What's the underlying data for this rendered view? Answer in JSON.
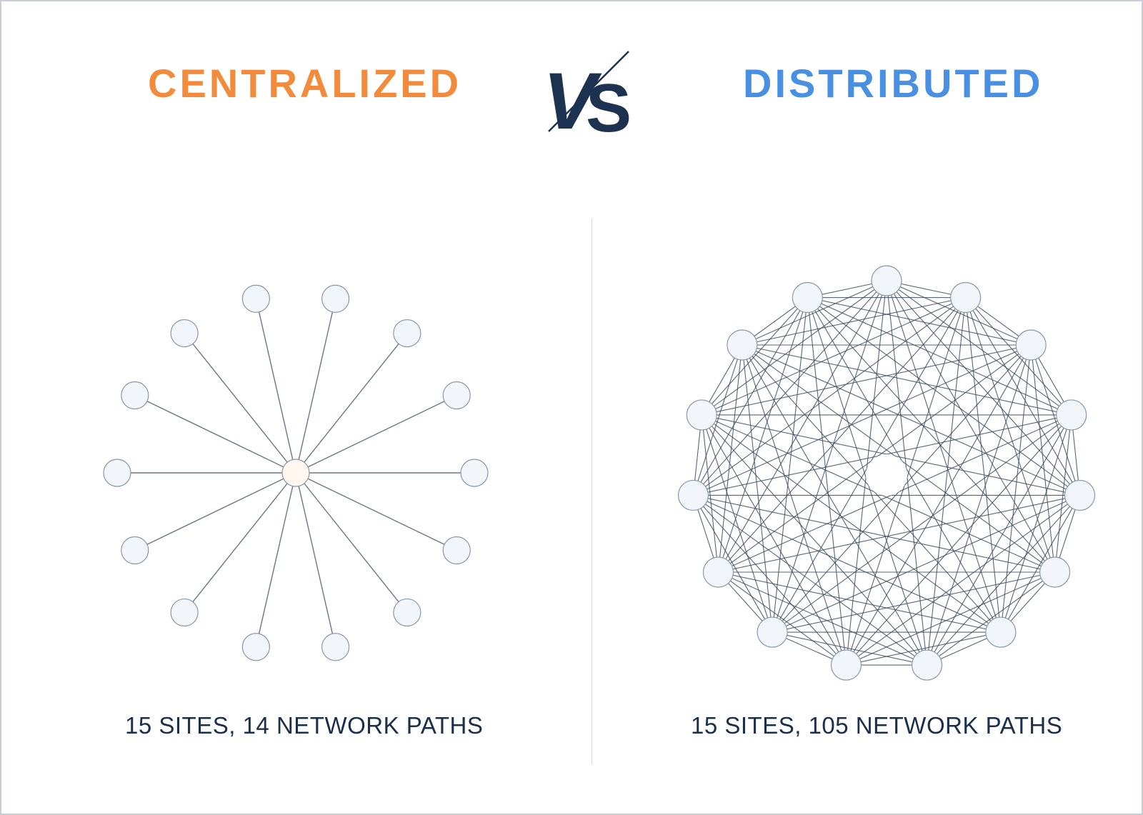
{
  "left": {
    "title": "CENTRALIZED",
    "caption": "15 SITES, 14 NETWORK PATHS",
    "sites": 15,
    "paths": 14,
    "topology": "star"
  },
  "vs_logo": "VS",
  "right": {
    "title": "DISTRIBUTED",
    "caption": "15 SITES, 105 NETWORK PATHS",
    "sites": 15,
    "paths": 105,
    "topology": "full-mesh"
  },
  "colors": {
    "centralized": "#f28c3c",
    "distributed": "#4a90e2",
    "navy": "#1c3250",
    "node_fill": "#f2f6fb",
    "node_stroke": "#8b96a6",
    "hub_fill": "#fff6f0",
    "edge": "#3c4a5e"
  }
}
